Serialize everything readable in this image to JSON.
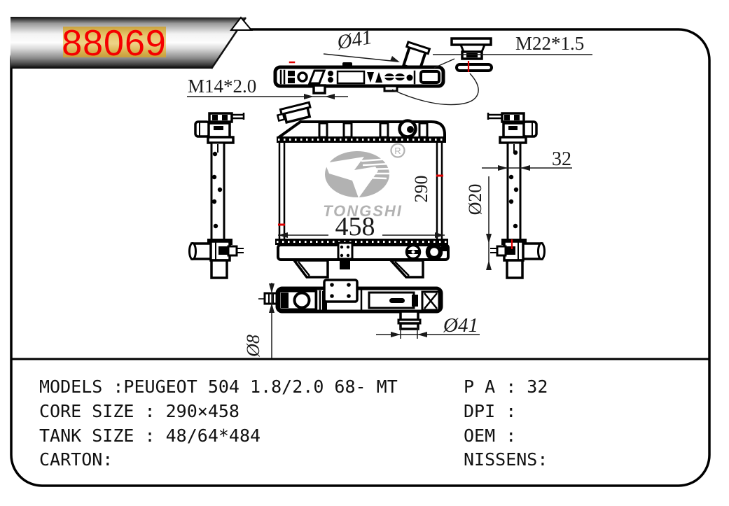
{
  "banner": {
    "part_number": "88069"
  },
  "drawing": {
    "dimensions": {
      "top_inlet": "Ø41",
      "cap_thread": "M22*1.5",
      "drain_thread": "M14*2.0",
      "core_height": "290",
      "core_width": "458",
      "tank_depth": "32",
      "side_outlet": "Ø20",
      "mount_pin": "Ø8",
      "bottom_outlet": "Ø41"
    },
    "logo": {
      "brand": "TONGSHI",
      "registered_mark": "R"
    }
  },
  "specs": {
    "left": [
      "MODELS :PEUGEOT 504 1.8/2.0 68- MT",
      "CORE SIZE : 290×458",
      "TANK SIZE : 48/64*484",
      "CARTON:"
    ],
    "right": [
      "P A : 32",
      "DPI :",
      "OEM :",
      "NISSENS:"
    ]
  }
}
